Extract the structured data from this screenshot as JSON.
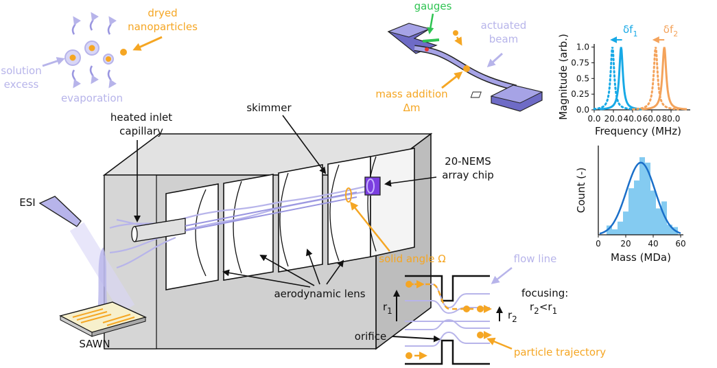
{
  "colors": {
    "black": "#111111",
    "orange": "#f5a623",
    "lavender": "#b7b4ea",
    "lavender_dark": "#8f8bd8",
    "violet": "#7b3fe0",
    "green": "#2fc452",
    "blue_peak": "#17a9e6",
    "orange_peak": "#f4a35b",
    "hist_fill": "#6fc2ef",
    "hist_line": "#1a6fc9",
    "box_gray": "#cfcfcf"
  },
  "labels": {
    "dryed": "dryed",
    "nanoparticles": "nanoparticles",
    "solution": "solution",
    "excess": "excess",
    "evaporation": "evaporation",
    "gauges": "gauges",
    "actuated": "actuated",
    "beam": "beam",
    "mass_addition": "mass addition",
    "delta_m": "Δm",
    "heated_inlet": "heated inlet",
    "capillary": "capillary",
    "skimmer": "skimmer",
    "nems_1": "20-NEMS",
    "nems_2": "array chip",
    "esi": "ESI",
    "solid_angle": "solid angle Ω",
    "aero_lens": "aerodynamic lens",
    "sawn": "SAWN",
    "flow_line": "flow line",
    "focusing": "focusing:",
    "focusing_rel_r2": "r",
    "focusing_rel_sub2": "2",
    "focusing_rel_lt": "<r",
    "focusing_rel_sub1": "1",
    "r1": "r",
    "r1_sub": "1",
    "r2": "r",
    "r2_sub": "2",
    "orifice": "orifice",
    "particle_trajectory": "particle trajectory"
  },
  "chart_data": [
    {
      "type": "line",
      "title": "",
      "xlabel": "Frequency (MHz)",
      "ylabel": "Magnitude (arb.)",
      "xlim": [
        0,
        100
      ],
      "ylim": [
        0,
        1.05
      ],
      "xticks": [
        0.0,
        20.0,
        40.0,
        60.0,
        80.0
      ],
      "xtick_labels": [
        "0.0",
        "20.0",
        "40.0",
        "60.0",
        "80.0"
      ],
      "yticks": [
        0.0,
        0.25,
        0.5,
        0.75,
        1.0
      ],
      "ytick_labels": [
        "0.0",
        "0.25",
        "0.5",
        "0.75",
        "1.0"
      ],
      "annotations": [
        {
          "text_main": "δf",
          "text_sub": "1",
          "color": "#17a9e6"
        },
        {
          "text_main": "δf",
          "text_sub": "2",
          "color": "#f4a35b"
        }
      ],
      "series": [
        {
          "center": 19,
          "width": 4.5,
          "color": "#17a9e6",
          "style": "dotted"
        },
        {
          "center": 28,
          "width": 4.5,
          "color": "#17a9e6",
          "style": "solid"
        },
        {
          "center": 64,
          "width": 4.8,
          "color": "#f4a35b",
          "style": "dotted"
        },
        {
          "center": 73,
          "width": 4.8,
          "color": "#f4a35b",
          "style": "solid"
        }
      ],
      "grid": false
    },
    {
      "type": "bar",
      "title": "",
      "xlabel": "Mass (MDa)",
      "ylabel": "Count (-)",
      "xlim": [
        0,
        62
      ],
      "xticks": [
        0,
        20,
        40,
        60
      ],
      "xtick_labels": [
        "0",
        "20",
        "40",
        "60"
      ],
      "ylim": [
        0,
        1.15
      ],
      "bin_width": 4,
      "bins_start": [
        6,
        10,
        14,
        18,
        22,
        26,
        30,
        34,
        38,
        42,
        46,
        50,
        54
      ],
      "values": [
        0.12,
        0.07,
        0.17,
        0.3,
        0.6,
        0.7,
        1.0,
        0.93,
        0.57,
        0.34,
        0.43,
        0.13,
        0.1
      ],
      "fit": {
        "type": "gaussian",
        "mean": 31,
        "sigma": 10.5,
        "peak": 0.93
      },
      "grid": false
    }
  ]
}
